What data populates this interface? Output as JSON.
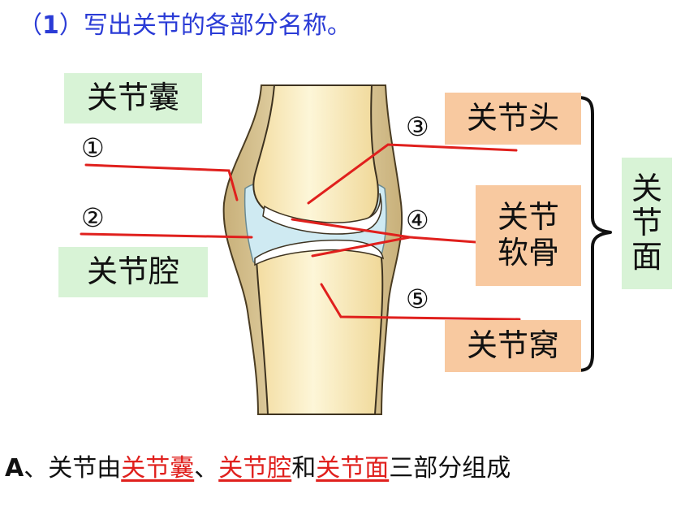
{
  "heading": {
    "paren_open": "（",
    "num": "1",
    "paren_close": "）",
    "text": "写出关节的各部分名称。"
  },
  "labels": {
    "capsule": "关节囊",
    "cavity": "关节腔",
    "head": "关节头",
    "cartilage_line1": "关节",
    "cartilage_line2": "软骨",
    "socket": "关节窝",
    "surface_line1": "关",
    "surface_line2": "节",
    "surface_line3": "面"
  },
  "markers": {
    "m1": "①",
    "m2": "②",
    "m3": "③",
    "m4": "④",
    "m5": "⑤"
  },
  "conclusion": {
    "letter": "A",
    "seg1": "、关节由",
    "ans1": "关节囊",
    "seg2": "、",
    "ans2": "关节腔",
    "seg3": "和",
    "ans3": "关节面",
    "seg4": "三部分组成"
  },
  "colors": {
    "heading": "#2a3bd6",
    "leader_line": "#e0201d",
    "answer": "#e0201d",
    "green_box": "#d8f3d6",
    "peach_box": "#f8c9a0",
    "bone": "#fbefc4",
    "cartilage": "#d4ecf3",
    "capsule": "#d8c79a"
  }
}
